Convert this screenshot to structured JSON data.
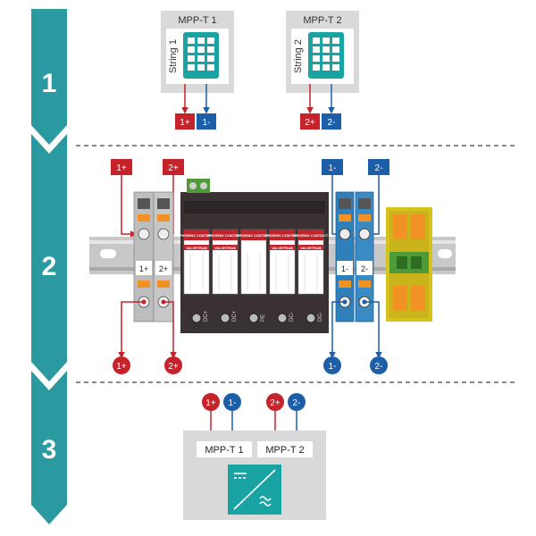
{
  "colors": {
    "teal": "#2a9aa0",
    "panel_teal": "#1aa3a3",
    "red": "#c62229",
    "blue": "#1c5fa8",
    "gray_box": "#d9d9d9",
    "spd_body": "#3a3132",
    "ground_yellow": "#d7c21d",
    "ground_green": "#4e9a36",
    "orange": "#f29224"
  },
  "steps": [
    "1",
    "2",
    "3"
  ],
  "mppt_boxes": [
    {
      "title": "MPP-T 1",
      "string_label": "String 1",
      "plus": "1+",
      "minus": "1-"
    },
    {
      "title": "MPP-T 2",
      "string_label": "String 2",
      "plus": "2+",
      "minus": "2-"
    }
  ],
  "rail": {
    "top_tags": [
      "1+",
      "2+",
      "1-",
      "2-"
    ],
    "terminal_labels": [
      "1+",
      "2+",
      "1-",
      "2-"
    ],
    "bottom_tags": [
      "1+",
      "2+",
      "1-",
      "2-"
    ],
    "spd_brand": [
      "PHOENIX CONTACT",
      "PHOENIX CONTACT",
      "PHOENIX CONTACT",
      "PHOENIX CONTACT",
      "PHOENIX CONTACT"
    ],
    "spd_product": [
      "VALVETRAB",
      "VALVETRAB",
      "VALVETRAB",
      "VALVETRAB",
      "VALVETRAB"
    ],
    "spd_terminal_labels": [
      "DC+",
      "DC+",
      "PE",
      "DC-",
      "DC-"
    ]
  },
  "inverter": {
    "input_tags": [
      "1+",
      "1-",
      "2+",
      "2-"
    ],
    "inputs": [
      "MPP-T 1",
      "MPP-T 2"
    ],
    "icon": "dc-ac-converter-icon"
  },
  "icons": [
    "solar-panel-icon",
    "screw-terminal-icon",
    "dc-ac-converter-icon"
  ]
}
